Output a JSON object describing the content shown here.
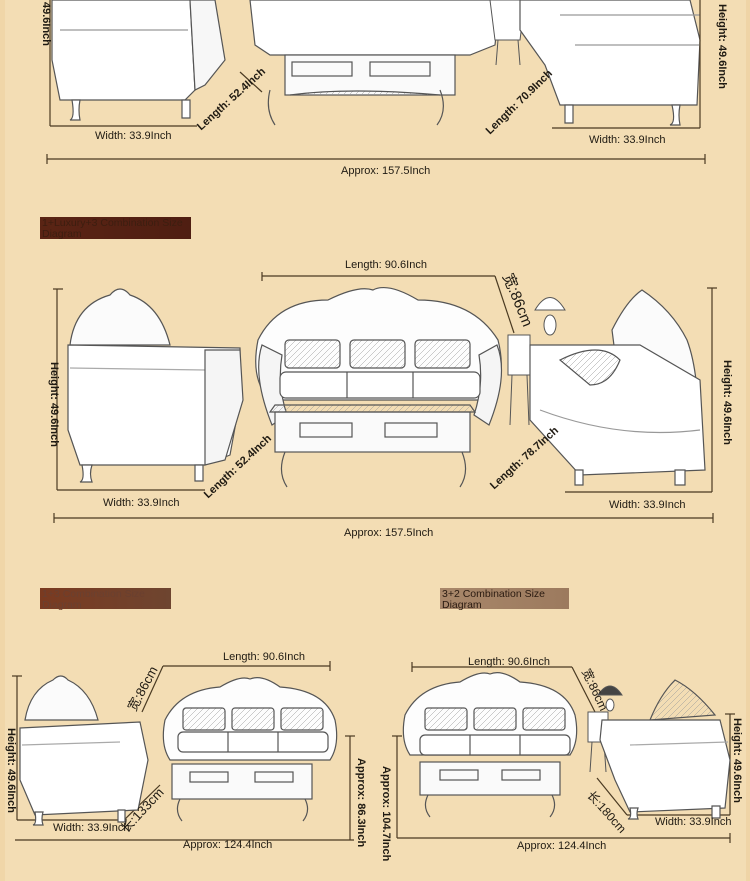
{
  "colors": {
    "background": "#f3ddb4",
    "dimension_line": "#4a3a22",
    "furniture_fill": "#ffffff",
    "furniture_stroke": "#5b5b5b",
    "badge_dark": "#5a2414",
    "badge_brown": "#7a4428",
    "badge_tan": "#a8876a"
  },
  "section1": {
    "height_left": "49.6Inch",
    "width_left": "Width: 33.9Inch",
    "length_diag_left": "Length: 52.4Inch",
    "length_diag_right": "Length: 70.9Inch",
    "width_right": "Width: 33.9Inch",
    "height_right": "Height: 49.6Inch",
    "approx_total": "Approx: 157.5Inch"
  },
  "section2": {
    "badge": "1+Luxury+3 Combination Size Diagram",
    "length_top": "Length: 90.6Inch",
    "depth_cn": "宽:86cm",
    "height_left": "Height: 49.6Inch",
    "length_diag_left": "Length: 52.4Inch",
    "width_left": "Width: 33.9Inch",
    "length_diag_right": "Length: 78.7Inch",
    "width_right": "Width: 33.9Inch",
    "height_right": "Height: 49.6Inch",
    "approx_total": "Approx: 157.5Inch"
  },
  "section3": {
    "badge": "1+3 Combination Size Diagram",
    "depth_cn": "宽:86cm",
    "length_top": "Length: 90.6Inch",
    "height_left": "Height: 49.6Inch",
    "length_cn": "长:133cm",
    "width_left": "Width: 33.9Inch",
    "approx_side": "Approx: 86.3Inch",
    "approx_total": "Approx: 124.4Inch"
  },
  "section4": {
    "badge": "3+2 Combination Size Diagram",
    "length_top": "Length: 90.6Inch",
    "depth_cn": "宽:86cm",
    "approx_side": "Approx: 104.7Inch",
    "length_cn": "长:180cm",
    "height_right": "Height: 49.6Inch",
    "width_right": "Width: 33.9Inch",
    "approx_total": "Approx: 124.4Inch"
  }
}
